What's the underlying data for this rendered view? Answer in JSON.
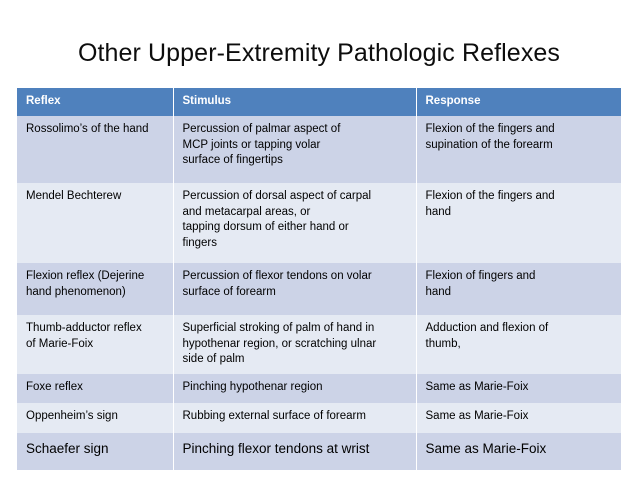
{
  "slide": {
    "title": "Other Upper-Extremity Pathologic Reflexes",
    "colors": {
      "header_background": "#4f81bd",
      "header_text": "#ffffff",
      "row_band_dark": "#ccd3e7",
      "row_band_light": "#e5eaf3",
      "body_text": "#000000",
      "page_background": "#ffffff",
      "cell_divider": "#ffffff"
    }
  },
  "table": {
    "columns": [
      {
        "label": "Reflex"
      },
      {
        "label": "Stimulus"
      },
      {
        "label": "Response"
      }
    ],
    "rows": [
      {
        "reflex": "Rossolimo’s of the hand",
        "stimulus": "Percussion of palmar aspect of\nMCP joints or tapping volar\nsurface of fingertips",
        "response": "Flexion of the fingers and\nsupination of the forearm"
      },
      {
        "reflex": "Mendel Bechterew",
        "stimulus": "Percussion of dorsal aspect of carpal\nand metacarpal areas, or\ntapping dorsum of either hand or\nfingers",
        "response": "Flexion of the fingers and\nhand"
      },
      {
        "reflex": "Flexion reflex (Dejerine\nhand phenomenon)",
        "stimulus": "Percussion of flexor tendons on volar\nsurface of forearm",
        "response": "Flexion of fingers and\nhand"
      },
      {
        "reflex": "Thumb-adductor reflex\nof Marie-Foix",
        "stimulus": "Superficial stroking of palm of hand in\nhypothenar region, or scratching ulnar\nside of palm",
        "response": "Adduction and flexion of\nthumb,"
      },
      {
        "reflex": "Foxe reflex",
        "stimulus": "Pinching hypothenar region",
        "response": "Same as Marie-Foix"
      },
      {
        "reflex": "Oppenheim’s sign",
        "stimulus": "Rubbing external surface of forearm",
        "response": "Same as Marie-Foix"
      },
      {
        "reflex": "Schaefer sign",
        "stimulus": "Pinching flexor tendons at wrist",
        "response": "Same as Marie-Foix"
      }
    ]
  }
}
